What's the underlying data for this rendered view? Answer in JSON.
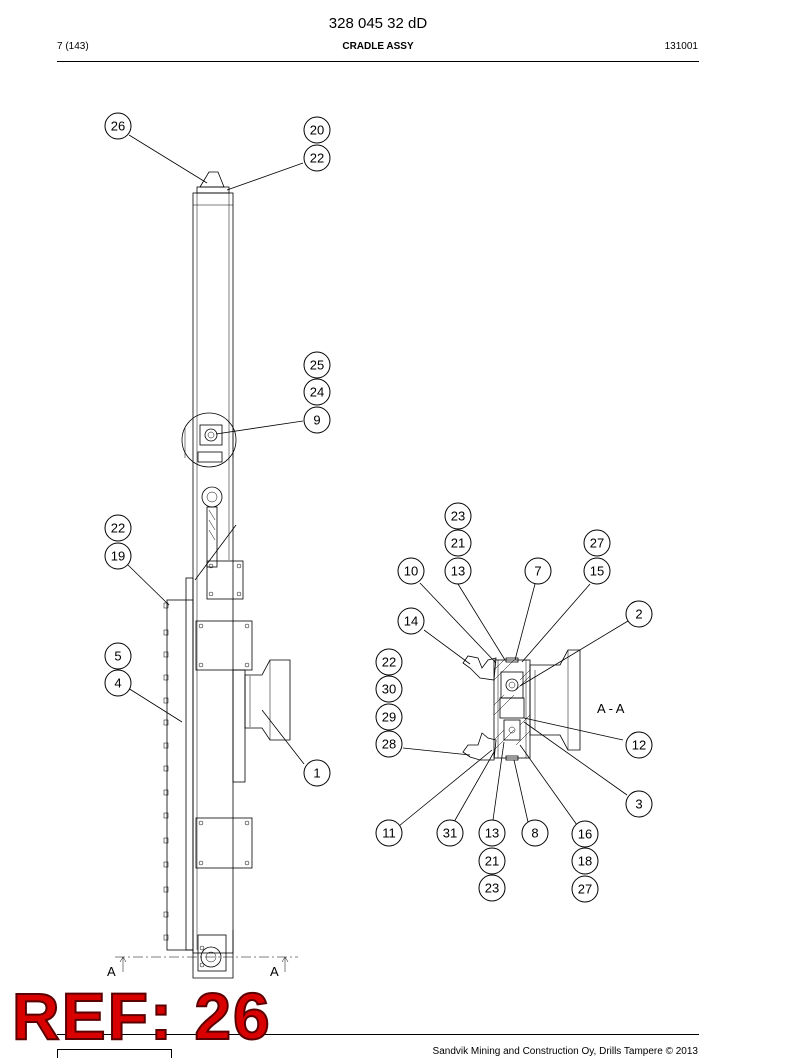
{
  "header": {
    "doc_number": "328 045 32 dD",
    "page": "7 (143)",
    "title": "CRADLE ASSY",
    "code": "131001"
  },
  "section_label": "A - A",
  "section_marks": [
    "A",
    "A"
  ],
  "watermark": "REF: 26",
  "footer": {
    "text": "Sandvik Mining and Construction Oy, Drills Tampere © 2013"
  },
  "callouts_side_view": [
    "26",
    "20",
    "22",
    "25",
    "24",
    "9",
    "22",
    "19",
    "5",
    "4",
    "1"
  ],
  "callouts_section_view": [
    "23",
    "21",
    "27",
    "10",
    "13",
    "7",
    "15",
    "2",
    "14",
    "22",
    "30",
    "29",
    "28",
    "12",
    "3",
    "11",
    "31",
    "13",
    "8",
    "16",
    "21",
    "18",
    "23",
    "27"
  ],
  "colors": {
    "watermark": "#d90000",
    "line": "#000000"
  }
}
